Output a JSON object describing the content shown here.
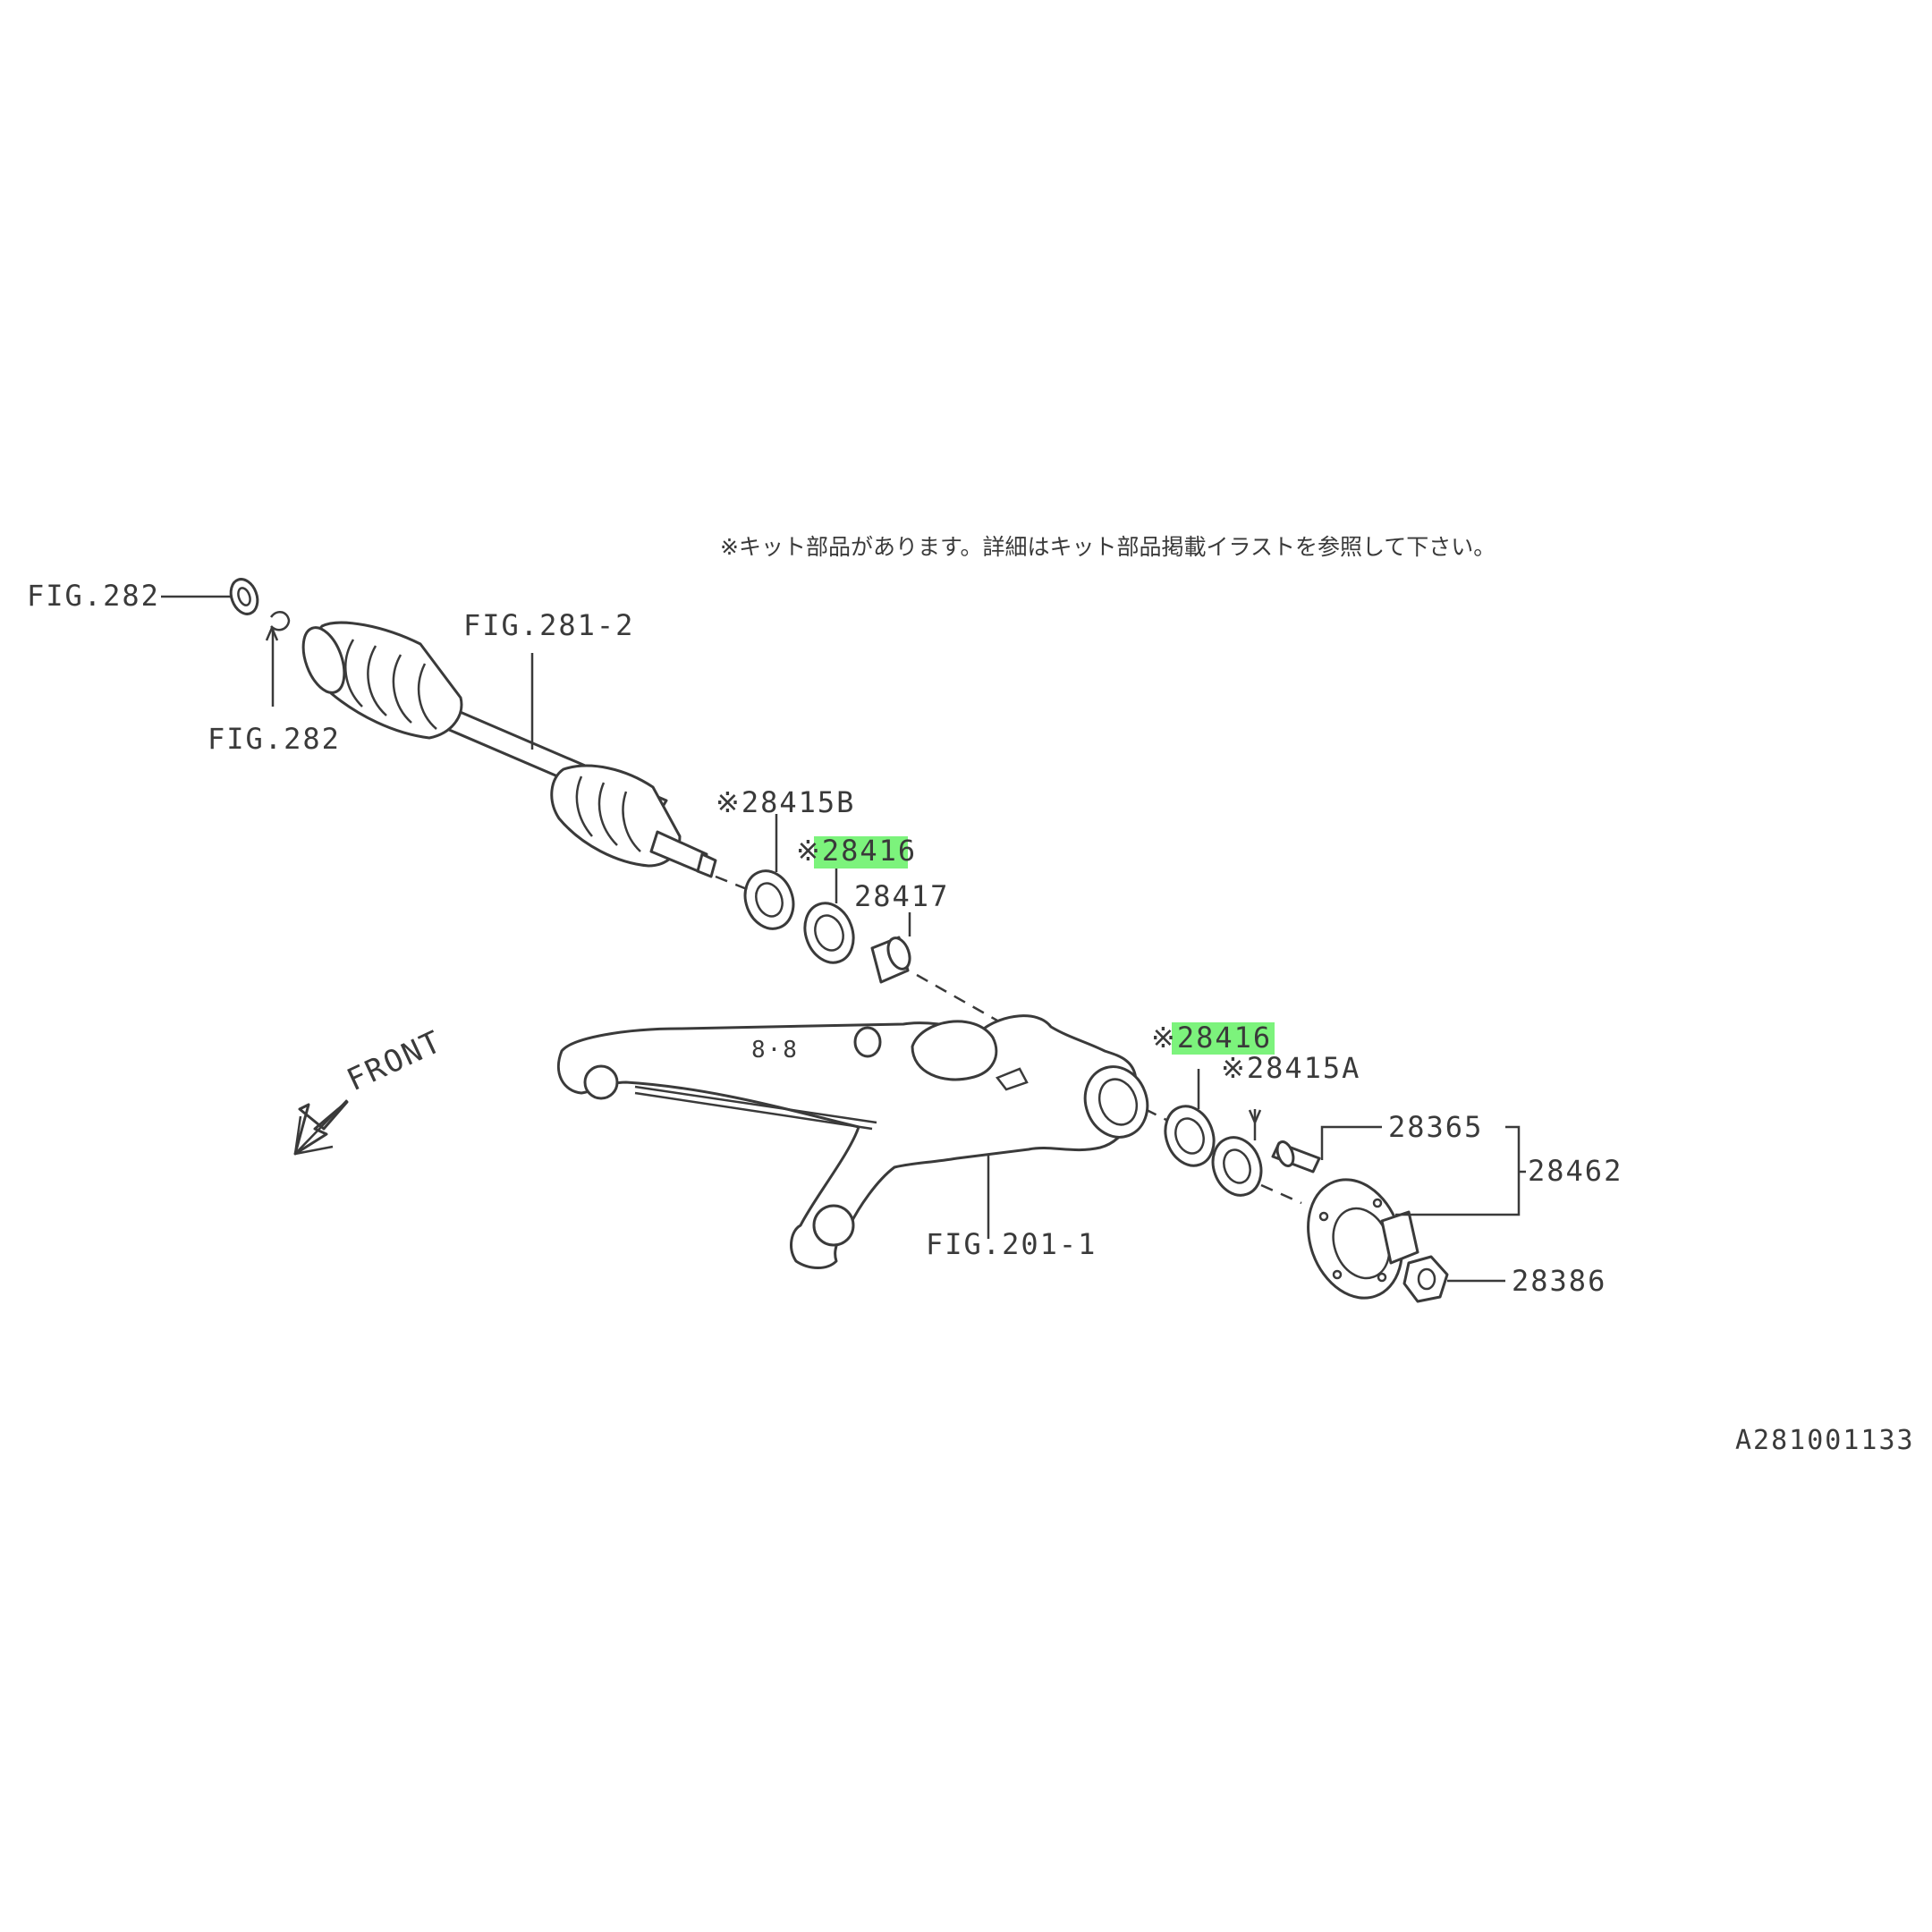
{
  "note": "※キット部品があります。詳細はキット部品掲載イラストを参照して下さい。",
  "highlight_color": "#7cf37c",
  "labels": {
    "fig282_top": "FIG.282",
    "fig282_bottom": "FIG.282",
    "fig281_2": "FIG.281-2",
    "p28415B": "※28415B",
    "p28416_upper": "※28416",
    "p28417": "28417",
    "p28416_lower": "※28416",
    "p28415A": "※28415A",
    "p28365": "28365",
    "p28462": "28462",
    "p28386": "28386",
    "fig201_1": "FIG.201-1",
    "front": "FRONT",
    "illustration_id": "A281001133"
  }
}
